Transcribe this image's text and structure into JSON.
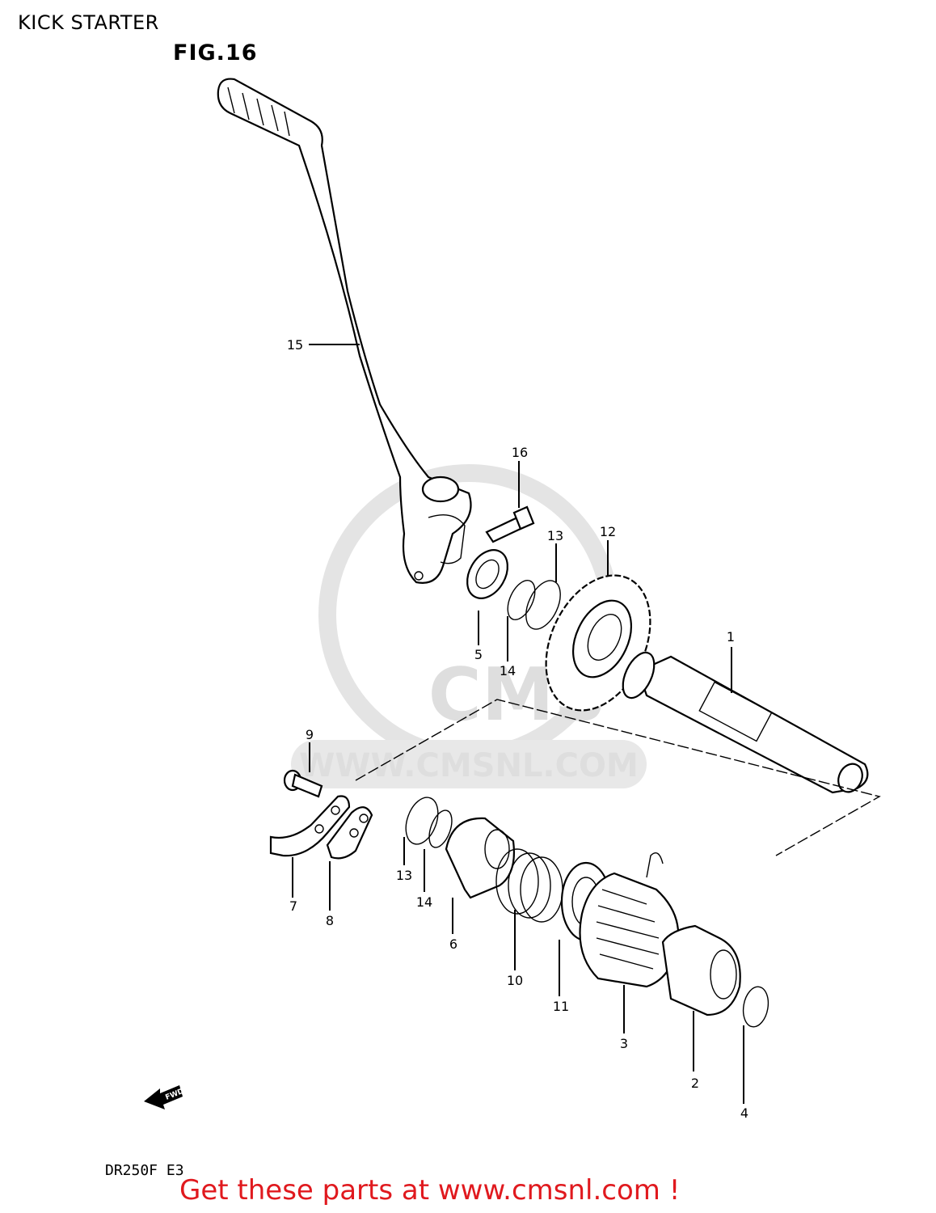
{
  "header": {
    "title": "KICK STARTER",
    "figure": "FIG.16"
  },
  "footer": {
    "model_code": "DR250F E3",
    "banner": "Get these parts at www.cmsnl.com !"
  },
  "watermark": {
    "text": "WWW.CMSNL.COM",
    "logo_text": "CMS"
  },
  "fwd_marker": {
    "text": "FWD"
  },
  "callouts": [
    {
      "id": "callout-1",
      "label": "1"
    },
    {
      "id": "callout-2",
      "label": "2"
    },
    {
      "id": "callout-3",
      "label": "3"
    },
    {
      "id": "callout-4",
      "label": "4"
    },
    {
      "id": "callout-5",
      "label": "5"
    },
    {
      "id": "callout-6",
      "label": "6"
    },
    {
      "id": "callout-7",
      "label": "7"
    },
    {
      "id": "callout-8",
      "label": "8"
    },
    {
      "id": "callout-9",
      "label": "9"
    },
    {
      "id": "callout-10",
      "label": "10"
    },
    {
      "id": "callout-11",
      "label": "11"
    },
    {
      "id": "callout-12",
      "label": "12"
    },
    {
      "id": "callout-13a",
      "label": "13"
    },
    {
      "id": "callout-13b",
      "label": "13"
    },
    {
      "id": "callout-14a",
      "label": "14"
    },
    {
      "id": "callout-14b",
      "label": "14"
    },
    {
      "id": "callout-15",
      "label": "15"
    },
    {
      "id": "callout-16",
      "label": "16"
    }
  ],
  "colors": {
    "banner": "#e0191e",
    "watermark": "#dedede",
    "ink": "#000000"
  }
}
